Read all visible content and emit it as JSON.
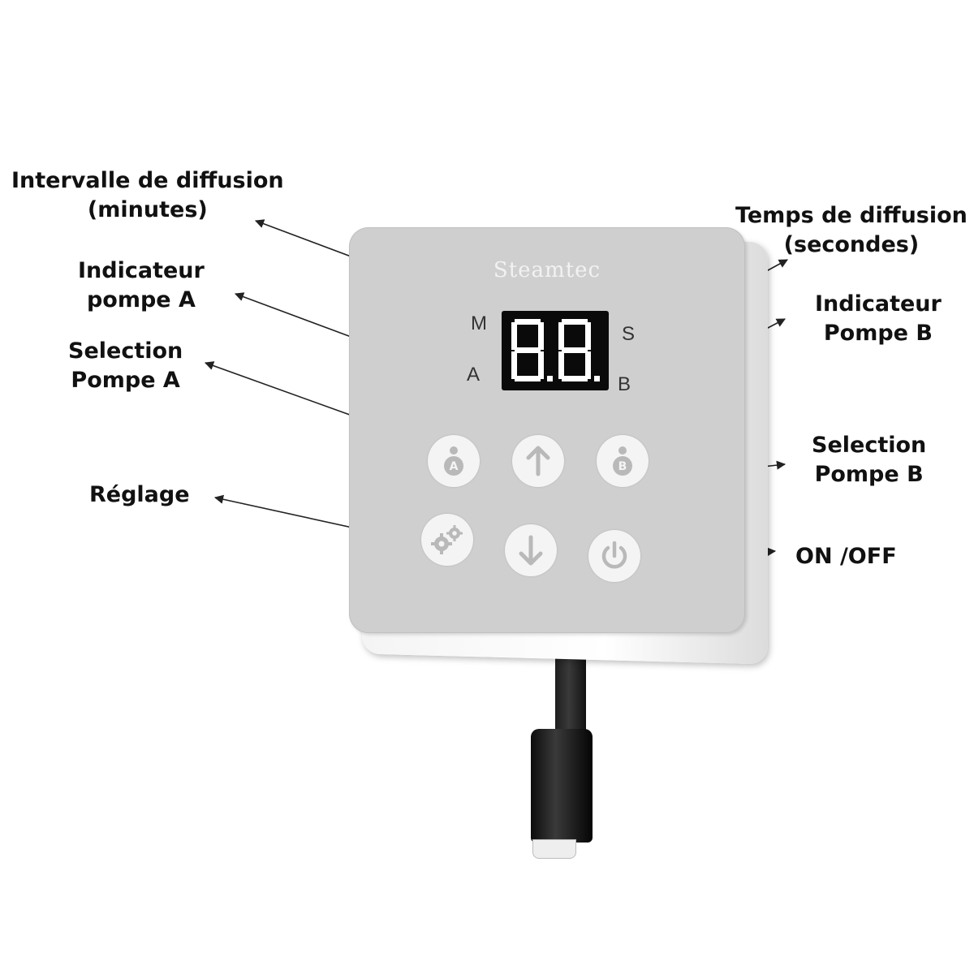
{
  "labels": {
    "intervalle": [
      "Intervalle de diffusion",
      "(minutes)"
    ],
    "temps": [
      "Temps de diffusion",
      "(secondes)"
    ],
    "indicateur_a": [
      "Indicateur",
      "pompe A"
    ],
    "indicateur_b": [
      "Indicateur",
      "Pompe B"
    ],
    "selection_a": [
      "Selection",
      "Pompe A"
    ],
    "selection_b": [
      "Selection",
      "Pompe B"
    ],
    "reglage": "Réglage",
    "on_off": "ON /OFF"
  },
  "device": {
    "brand": "Steamtec",
    "letters": {
      "m": "M",
      "s": "S",
      "a": "A",
      "b": "B"
    },
    "display_value": "8.8."
  },
  "colors": {
    "panel": "#cfcfcf",
    "button": "#f4f4f4",
    "button_icon": "#b9b9b9",
    "display_bg": "#0a0a0a",
    "segment_on": "#ffffff"
  },
  "icons": [
    "pump-a-icon",
    "arrow-up-icon",
    "pump-b-icon",
    "gears-icon",
    "arrow-down-icon",
    "power-icon"
  ]
}
